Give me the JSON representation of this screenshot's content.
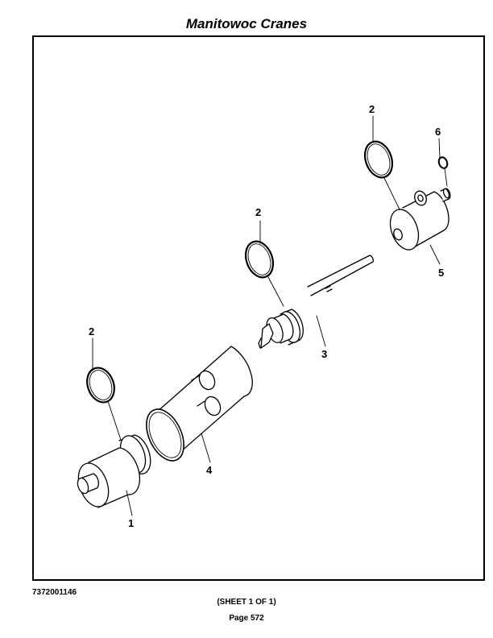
{
  "header": {
    "title": "Manitowoc Cranes"
  },
  "diagram": {
    "callouts": [
      "1",
      "2",
      "2",
      "2",
      "3",
      "4",
      "5",
      "6"
    ]
  },
  "footer": {
    "document_number": "7372001146",
    "sheet": "(SHEET 1 OF 1)",
    "page": "Page 572"
  }
}
